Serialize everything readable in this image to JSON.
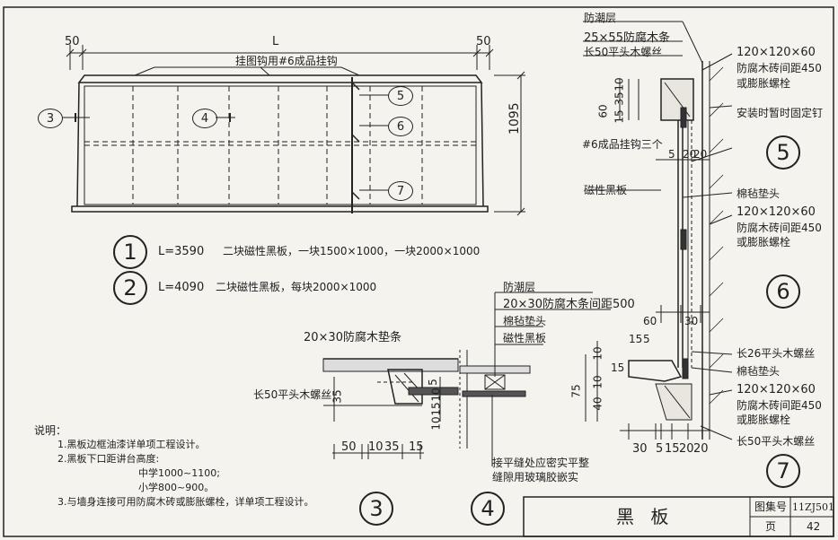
{
  "elevation": {
    "dim_left": "50",
    "dim_length": "L",
    "dim_right": "50",
    "hook_note": "挂图钩用#6成品挂钩",
    "height_dim": "1095",
    "callout_left": "3",
    "callout_center": "4",
    "callout_5": "5",
    "callout_6": "6",
    "callout_7": "7"
  },
  "options": [
    {
      "num": "1",
      "length": "L=3590",
      "desc": "二块磁性黑板，一块1500×1000，一块2000×1000"
    },
    {
      "num": "2",
      "length": "L=4090",
      "desc": "二块磁性黑板，每块2000×1000"
    }
  ],
  "detail3": {
    "batten": "20×30防腐木垫条",
    "screw": "长50平头木螺丝",
    "dims_bottom": [
      "50",
      "10",
      "35",
      "15"
    ],
    "dims_vert": [
      "35",
      "5",
      "10",
      "15",
      "10"
    ],
    "label": "3"
  },
  "detail4": {
    "layers": [
      "防潮层",
      "20×30防腐木条间距500",
      "棉毡垫头",
      "磁性黑板"
    ],
    "joint_note_1": "接平缝处应密实平整",
    "joint_note_2": "缝隙用玻璃胶嵌实",
    "label": "4"
  },
  "detail5": {
    "labels": [
      "防潮层",
      "25×55防腐木条",
      "长50平头木螺丝",
      "120×120×60",
      "防腐木砖间距450",
      "或膨胀螺栓",
      "安装时暂时固定钉",
      "#6成品挂钩三个"
    ],
    "dims_vert": [
      "60",
      "15",
      "35",
      "10"
    ],
    "dims_horiz": [
      "5",
      "20",
      "20"
    ],
    "label": "5"
  },
  "detail6": {
    "labels": [
      "磁性黑板",
      "棉毡垫头",
      "120×120×60",
      "防腐木砖间距450",
      "或膨胀螺栓"
    ],
    "label": "6"
  },
  "detail7": {
    "dims_top": [
      "60",
      "30"
    ],
    "dims_vert": [
      "15",
      "5",
      "10",
      "75",
      "10",
      "40",
      "15"
    ],
    "dims_bottom": [
      "30",
      "5",
      "15",
      "20",
      "20"
    ],
    "labels": [
      "长26平头木螺丝",
      "棉毡垫头",
      "120×120×60",
      "防腐木砖间距450",
      "或膨胀螺栓",
      "长50平头木螺丝"
    ],
    "label": "7"
  },
  "notes": {
    "heading": "说明：",
    "items": [
      "1.黑板边框油漆详单项工程设计。",
      "2.黑板下口距讲台高度:",
      "中学1000~1100;",
      "小学800~900。",
      "3.与墙身连接可用防腐木砖或膨胀螺栓，详单项工程设计。"
    ]
  },
  "title_block": {
    "title": "黑 板",
    "atlas_label": "图集号",
    "atlas_no": "11ZJ501",
    "page_label": "页",
    "page_no": "42"
  }
}
